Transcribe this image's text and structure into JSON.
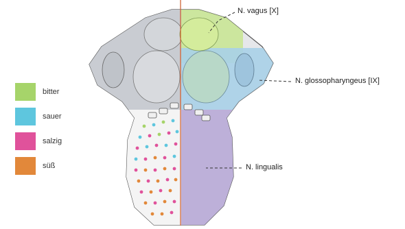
{
  "legend": [
    {
      "label": "bitter",
      "color": "#a6d46a"
    },
    {
      "label": "sauer",
      "color": "#5ec6de"
    },
    {
      "label": "salzig",
      "color": "#e0529b"
    },
    {
      "label": "süß",
      "color": "#e2883a"
    }
  ],
  "callouts": {
    "vagus": "N. vagus [X]",
    "glossopharyngeus": "N. glossopharyngeus [IX]",
    "lingualis": "N. lingualis"
  },
  "colors": {
    "midline": "#cc5a2a",
    "nerve_lingualis": "#b4a6d2",
    "nerve_glosso": "#9fc8e2",
    "nerve_vagus": "#bfe07e",
    "tongue_gray": "#b9bdc4"
  }
}
